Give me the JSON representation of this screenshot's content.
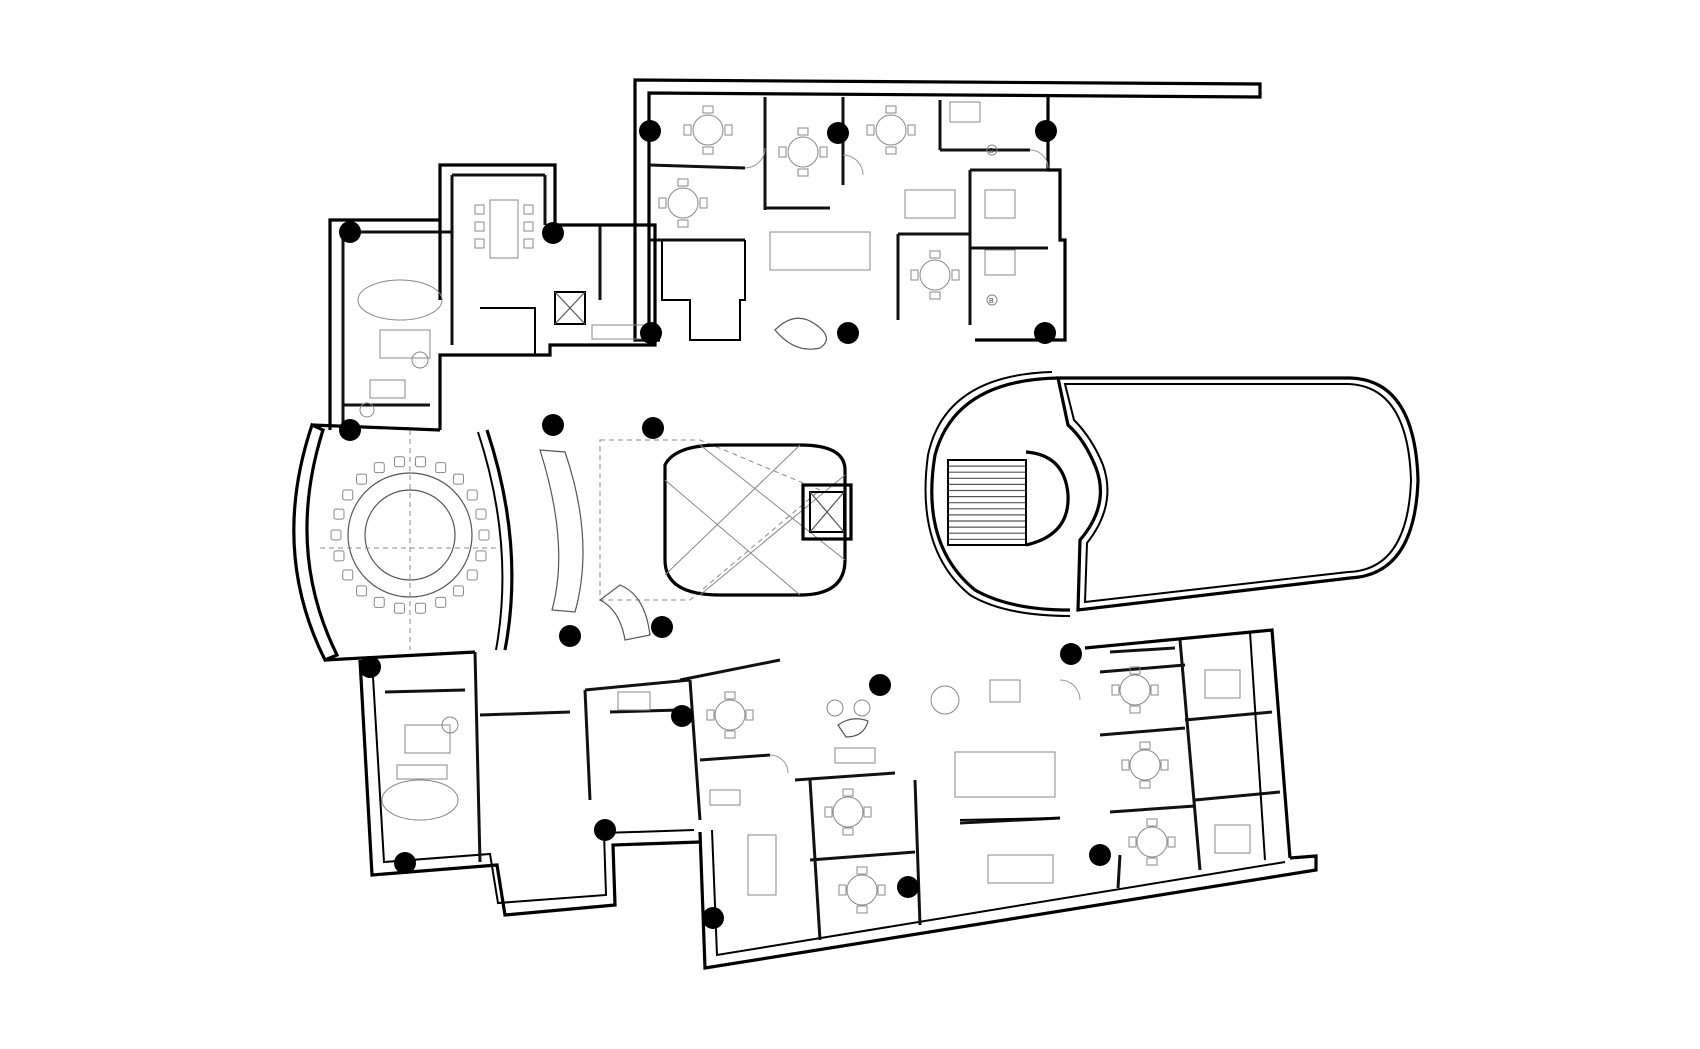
{
  "drawing": {
    "kind": "architectural floor plan",
    "line_color": "#000000",
    "furniture_color": "#888888",
    "background": "#ffffff"
  },
  "room_marks": [
    "B",
    "B"
  ]
}
